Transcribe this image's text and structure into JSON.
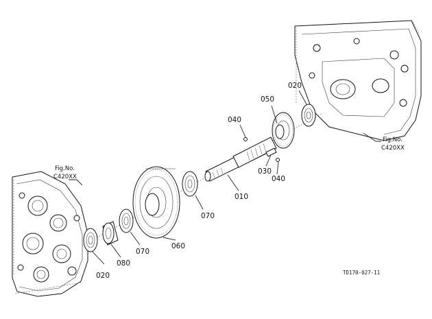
{
  "diagram": {
    "parts": [
      {
        "id": "010",
        "label": "010"
      },
      {
        "id": "020a",
        "label": "020"
      },
      {
        "id": "020b",
        "label": "020"
      },
      {
        "id": "030",
        "label": "030"
      },
      {
        "id": "040a",
        "label": "040"
      },
      {
        "id": "040b",
        "label": "040"
      },
      {
        "id": "050",
        "label": "050"
      },
      {
        "id": "060",
        "label": "060"
      },
      {
        "id": "070a",
        "label": "070"
      },
      {
        "id": "070b",
        "label": "070"
      },
      {
        "id": "080",
        "label": "080"
      }
    ],
    "fig_ref_left": {
      "line1": "Fig.No.",
      "line2": "C420XX"
    },
    "fig_ref_right": {
      "line1": "Fig.No.",
      "line2": "C420XX"
    },
    "drawing_code": "TD170-027-11"
  }
}
